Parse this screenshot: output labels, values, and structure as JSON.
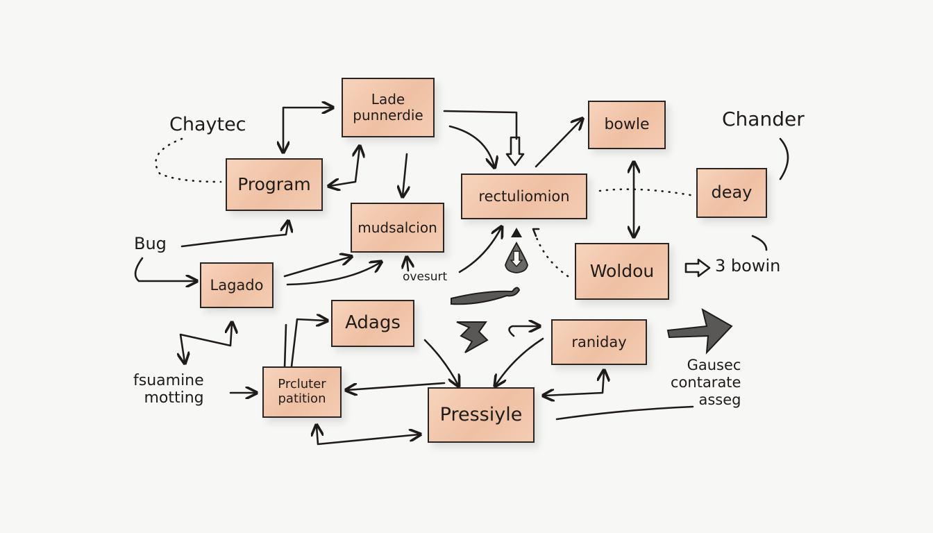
{
  "boxes": {
    "lade_punnerdie": "Lade\npunnerdie",
    "program": "Program",
    "mudsalcion": "mudsalcion",
    "rectuliomion": "rectuliomion",
    "bowle": "bowle",
    "deay": "deay",
    "woldou": "Woldou",
    "lagado": "Lagado",
    "adags": "Adags",
    "randay": "raniday",
    "prcluter_patition": "Prcluter\npatition",
    "pressiyle": "Pressiyle"
  },
  "labels": {
    "chaytec": "Chaytec",
    "chander": "Chander",
    "bug": "Bug",
    "ovesurt": "ovesurt",
    "three_bowin": "3 bowin",
    "fsuamine": "fsuamine\nmotting",
    "gausec": "Gausec\ncontarate\nasseg"
  },
  "colors": {
    "ink": "#1f1b19",
    "box_fill": "#f2c6aa",
    "accent_gray": "#5a5856",
    "background": "#f7f7f5"
  }
}
